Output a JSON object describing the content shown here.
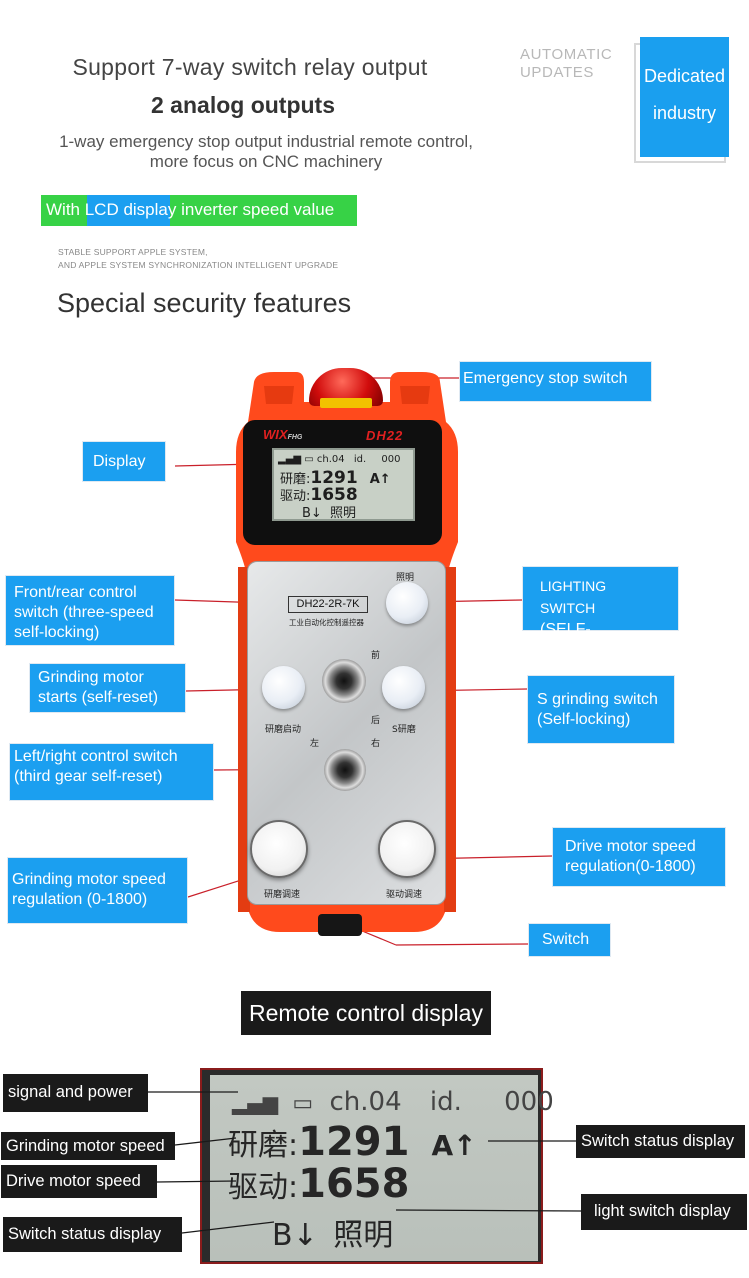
{
  "header": {
    "line1": "Support 7-way switch relay output",
    "line2": "2 analog outputs",
    "line3a": "1-way emergency stop output industrial remote control,",
    "line3b": "more focus on CNC machinery",
    "auto_line1": "AUTOMATIC",
    "auto_line2": "UPDATES",
    "dedicated_line1": "Dedicated",
    "dedicated_line2": "industry",
    "lcd_banner": "With LCD display inverter speed value",
    "stable_line1": "STABLE SUPPORT APPLE SYSTEM,",
    "stable_line2": "AND APPLE SYSTEM SYNCHRONIZATION INTELLIGENT UPGRADE",
    "section_title": "Special security features"
  },
  "callouts": {
    "emergency": "Emergency stop switch",
    "display": "Display",
    "front_rear_1": "Front/rear control",
    "front_rear_2": "switch (three-speed",
    "front_rear_3": "self-locking)",
    "lighting_1": "LIGHTING SWITCH",
    "lighting_2": "(SELF-LOCKING)",
    "grind_start_1": "Grinding motor",
    "grind_start_2": "starts (self-reset)",
    "s_grind_1": "S grinding switch",
    "s_grind_2": "(Self-locking)",
    "left_right_1": "Left/right control switch",
    "left_right_2": "(third gear self-reset)",
    "drive_speed_1": "Drive motor speed",
    "drive_speed_2": "regulation(0-1800)",
    "grind_speed_1": "Grinding motor speed",
    "grind_speed_2": "regulation (0-1800)",
    "switch": "Switch"
  },
  "remote": {
    "brand": "WIX",
    "brand_sub": "FHG",
    "model_top": "DH22",
    "model_plate": "DH22-2R-7K",
    "plate_sub": "工业自动化控制遥控器",
    "lighting_cn": "照明",
    "forward_cn": "前",
    "back_cn": "后",
    "left_cn": "左",
    "right_cn": "右",
    "grind_start_cn": "研磨启动",
    "s_grind_cn": "S研磨",
    "grind_speed_cn": "研磨调速",
    "drive_speed_cn": "驱动调速",
    "screen": {
      "channel": "ch.04",
      "id_label": "id.",
      "id_value": "000",
      "grind_label": "研磨:",
      "grind_value": "1291",
      "a_status": "A",
      "drive_label": "驱动:",
      "drive_value": "1658",
      "b_status": "B",
      "light_cn": "照明"
    }
  },
  "display_section": {
    "title": "Remote control display",
    "signal_power": "signal and power",
    "grind_speed": "Grinding motor speed",
    "drive_speed": "Drive motor speed",
    "switch_status_left": "Switch status display",
    "switch_status_right": "Switch status display",
    "light_switch": "light switch display"
  },
  "colors": {
    "callout_blue": "#1b9ff0",
    "banner_green": "#37d246",
    "remote_orange": "#ff4a1c",
    "leader_red": "#c9202a",
    "lcd_green_gray": "#c2c8c2"
  },
  "icons": [
    "signal-bars-icon",
    "battery-icon",
    "arrow-up-icon",
    "arrow-down-icon"
  ]
}
